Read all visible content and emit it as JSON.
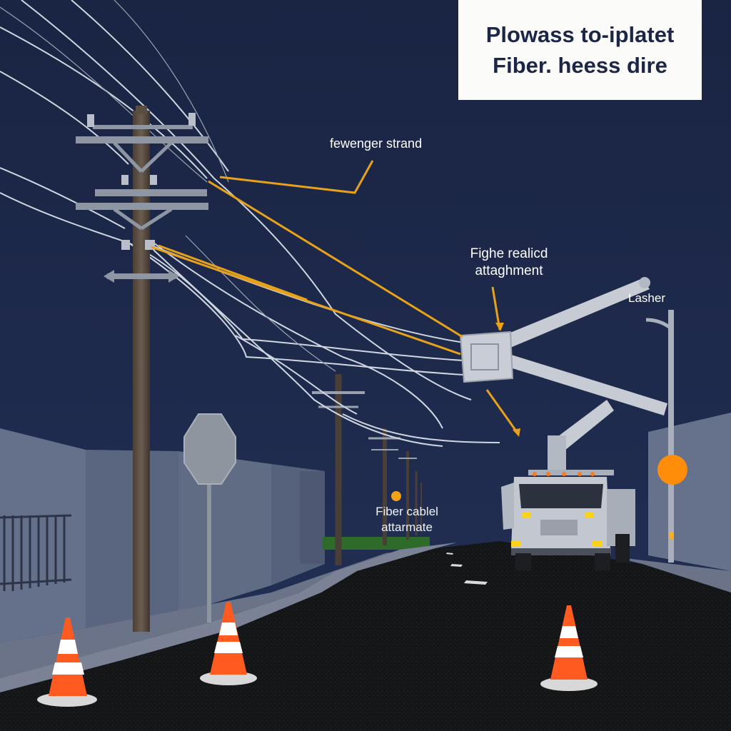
{
  "title": {
    "line1": "Plowass to-iplatet",
    "line2": "Fiber. heess dire"
  },
  "labels": {
    "messenger_strand": "fewenger strand",
    "attachment_line1": "Fighe realicd",
    "attachment_line2": "attaghment",
    "lasher": "Lasher",
    "fiber_cable_line1": "Fiber cablel",
    "fiber_cable_line2": "attarmate"
  },
  "colors": {
    "sky": "#1b2645",
    "leader_lines": "#e8a21a",
    "cone": "#ff5a1f",
    "title_text": "#1c2647"
  }
}
